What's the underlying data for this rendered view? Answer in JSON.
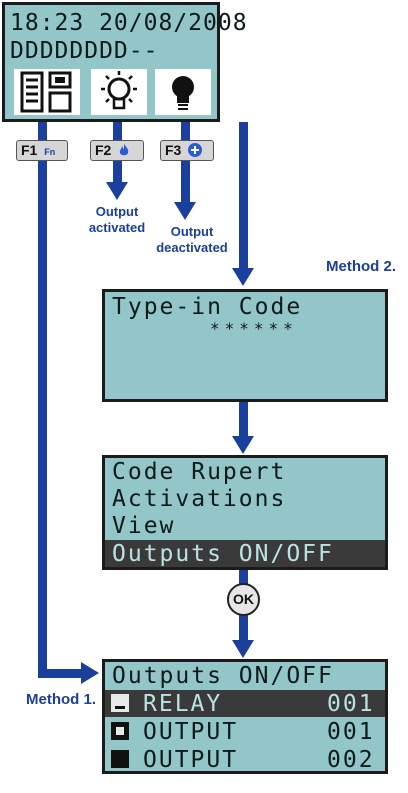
{
  "screen_main": {
    "line1": "18:23 20/08/2008",
    "line2": "DDDDDDDD--",
    "icons": [
      "zones-grid-icon",
      "light-bulb-on-icon",
      "light-bulb-off-icon"
    ]
  },
  "fkeys": [
    {
      "label": "F1",
      "sub": "Fn"
    },
    {
      "label": "F2",
      "sub": "flame-icon"
    },
    {
      "label": "F3",
      "sub": "plus-circle-icon"
    }
  ],
  "labels": {
    "output_activated": "Output activated",
    "output_deactivated": "Output deactivated",
    "method2": "Method 2.",
    "method1": "Method 1."
  },
  "screen_code": {
    "line1": "Type-in Code",
    "line2": "******"
  },
  "screen_menu": {
    "items": [
      "Code Rupert",
      "Activations",
      "View",
      "Outputs ON/OFF"
    ],
    "selected_index": 3
  },
  "ok_button": "OK",
  "screen_outputs": {
    "title": "Outputs ON/OFF",
    "rows": [
      {
        "name": "RELAY",
        "number": "001",
        "state_icon": "small-bar-icon",
        "selected": true
      },
      {
        "name": "OUTPUT",
        "number": "001",
        "state_icon": "hollow-square-icon",
        "selected": false
      },
      {
        "name": "OUTPUT",
        "number": "002",
        "state_icon": "filled-square-icon",
        "selected": false
      }
    ]
  },
  "colors": {
    "lcd": "#93c6c8",
    "flow": "#1b3f9c",
    "highlight": "#3a3a3a"
  }
}
